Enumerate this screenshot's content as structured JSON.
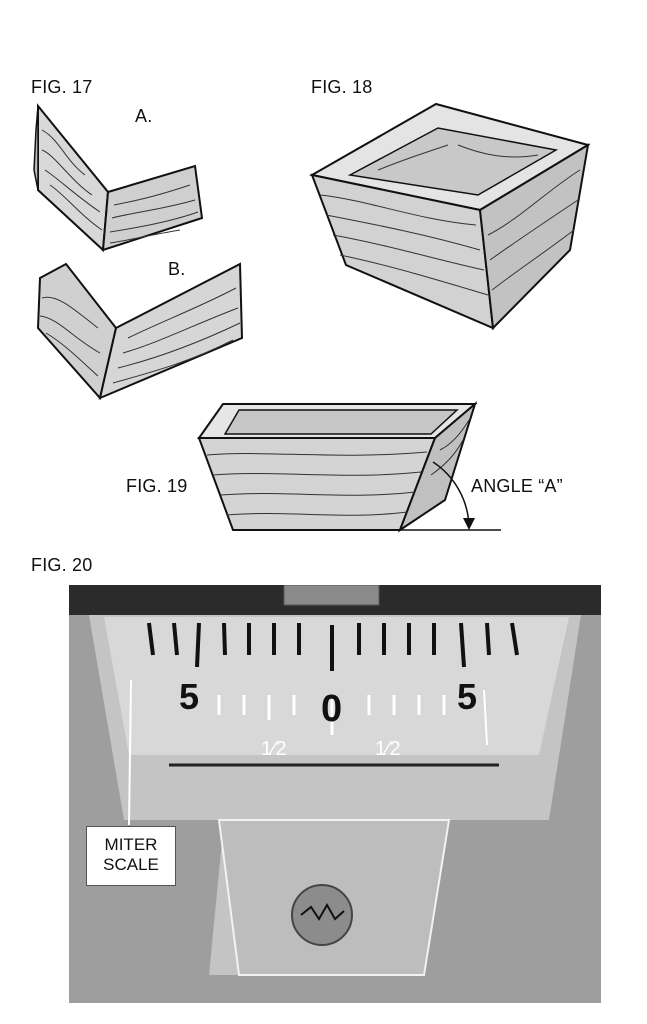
{
  "figures": {
    "fig17": {
      "label": "FIG. 17",
      "a_label": "A.",
      "b_label": "B."
    },
    "fig18": {
      "label": "FIG. 18"
    },
    "fig19": {
      "label": "FIG. 19",
      "angle_label": "ANGLE “A”"
    },
    "fig20": {
      "label": "FIG. 20",
      "callout_line1": "MITER",
      "callout_line2": "SCALE",
      "scale_numbers": {
        "left": "5",
        "center": "0",
        "right": "5"
      },
      "half_marks": {
        "left": "1⁄2",
        "right": "1⁄2"
      }
    }
  },
  "colors": {
    "wood_fill": "#d9d9d9",
    "grain": "#333333",
    "dark_band": "#2b2b2b",
    "body_gray": "#9e9e9e"
  }
}
